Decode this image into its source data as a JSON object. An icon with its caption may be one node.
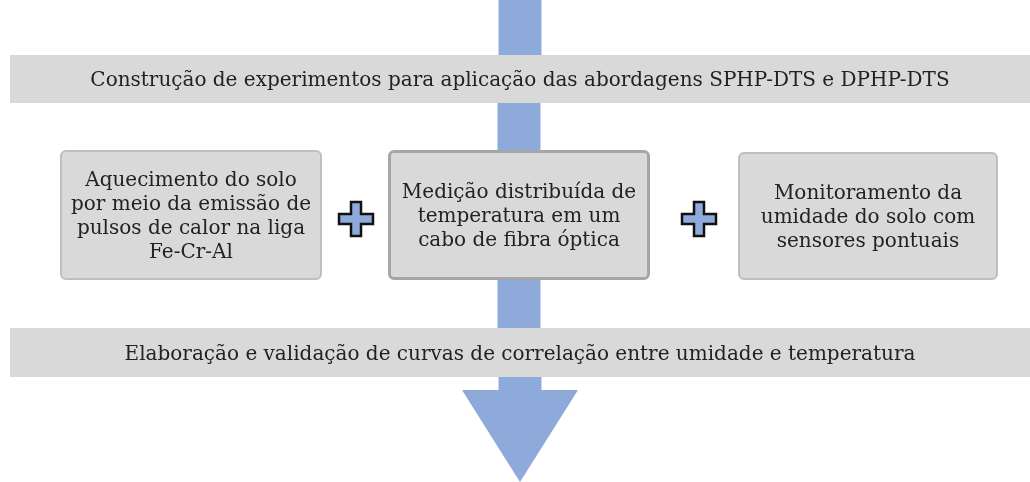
{
  "diagram": {
    "nodes": [
      {
        "text": [
          "Construção de experimentos para aplicação das abordagens SPHP-DTS e DPHP-DTS"
        ]
      },
      {
        "text": [
          "Aquecimento do solo por meio da emissão de pulsos de calor na liga Fe-Cr-Al"
        ]
      },
      {
        "text": [
          "Medição distribuída de temperatura em um cabo de fibra óptica"
        ]
      },
      {
        "text": [
          "Monitoramento da umidade do solo com sensores pontuais"
        ]
      },
      {
        "text": [
          "Elaboração e validação de curvas de correlação entre umidade e temperatura"
        ]
      }
    ],
    "edges": [
      {
        "from": null,
        "to": 0,
        "arrow": "none",
        "style": "thick",
        "color": "#8eaadb"
      },
      {
        "from": 0,
        "to": 2,
        "arrow": "none",
        "style": "thick",
        "color": "#8eaadb"
      },
      {
        "from": 2,
        "to": 4,
        "arrow": "none",
        "style": "thick",
        "color": "#8eaadb"
      },
      {
        "from": 4,
        "to": null,
        "arrow": "to",
        "style": "thick",
        "color": "#8eaadb"
      }
    ]
  }
}
